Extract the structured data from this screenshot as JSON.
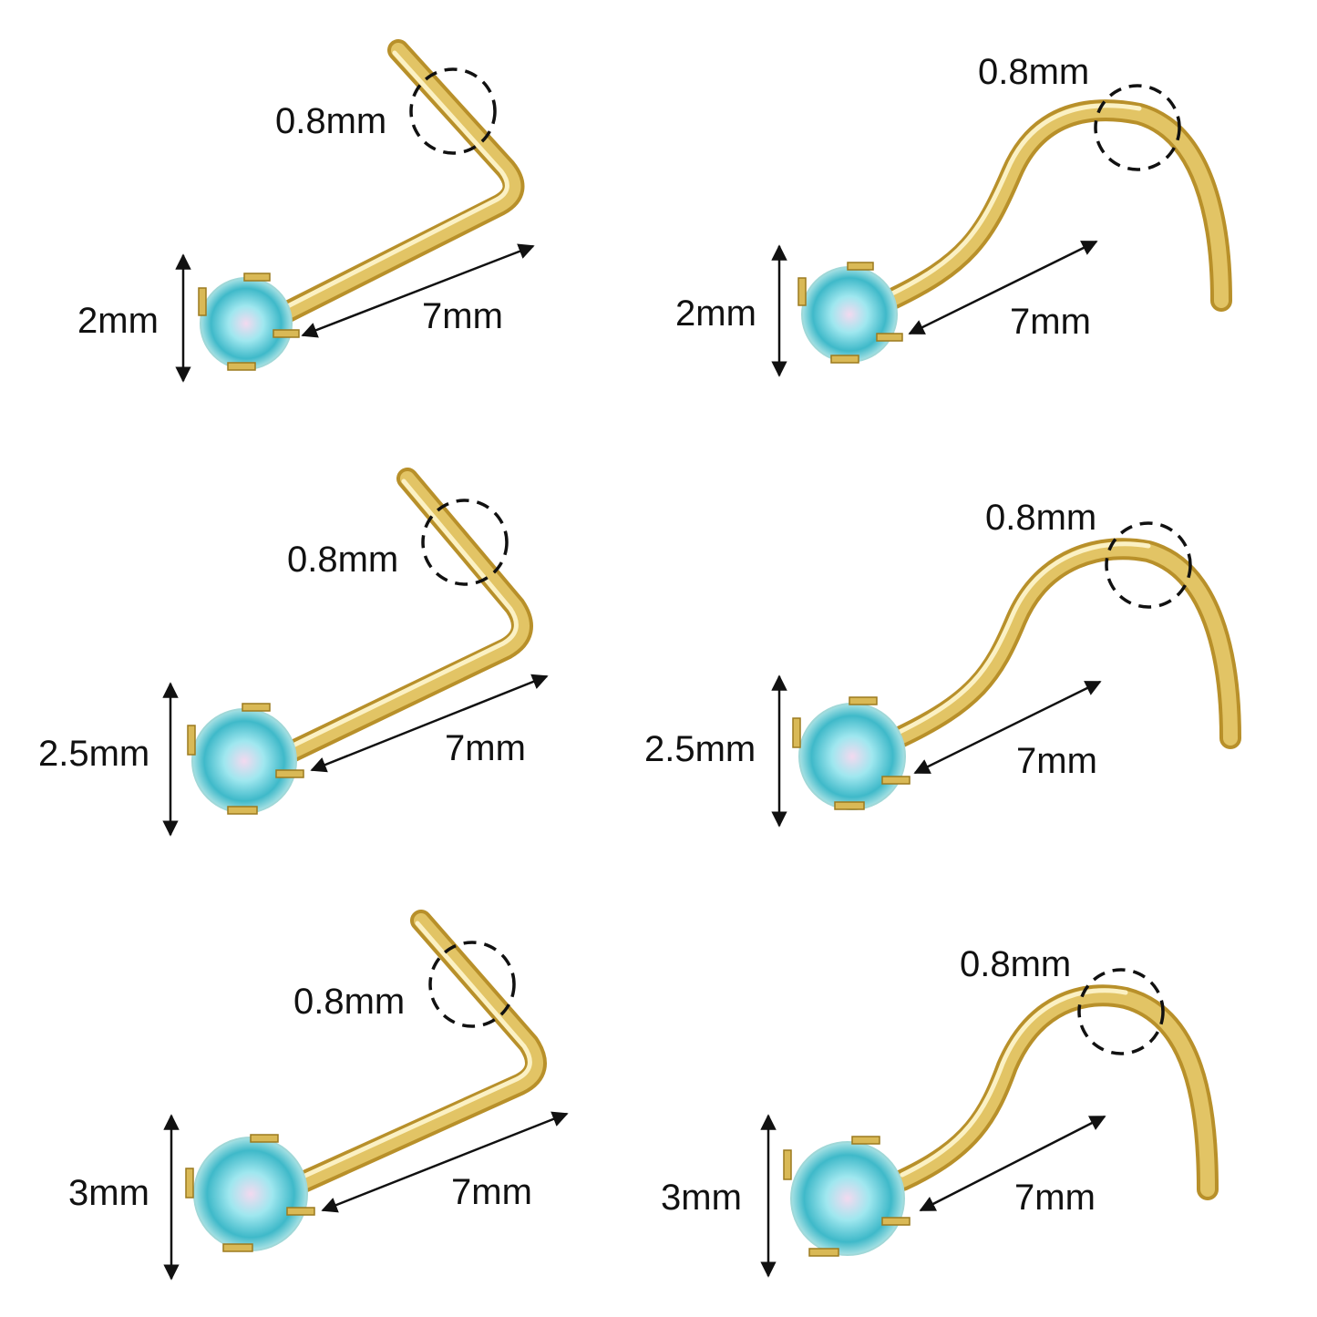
{
  "items": [
    {
      "style": "L-shape",
      "gauge": "0.8mm",
      "gem_size": "2mm",
      "length": "7mm"
    },
    {
      "style": "screw",
      "gauge": "0.8mm",
      "gem_size": "2mm",
      "length": "7mm"
    },
    {
      "style": "L-shape",
      "gauge": "0.8mm",
      "gem_size": "2.5mm",
      "length": "7mm"
    },
    {
      "style": "screw",
      "gauge": "0.8mm",
      "gem_size": "2.5mm",
      "length": "7mm"
    },
    {
      "style": "L-shape",
      "gauge": "0.8mm",
      "gem_size": "3mm",
      "length": "7mm"
    },
    {
      "style": "screw",
      "gauge": "0.8mm",
      "gem_size": "3mm",
      "length": "7mm"
    }
  ],
  "colors": {
    "gold": "#e2c465",
    "gem": "#5fd0dc",
    "annotation": "#111111"
  }
}
